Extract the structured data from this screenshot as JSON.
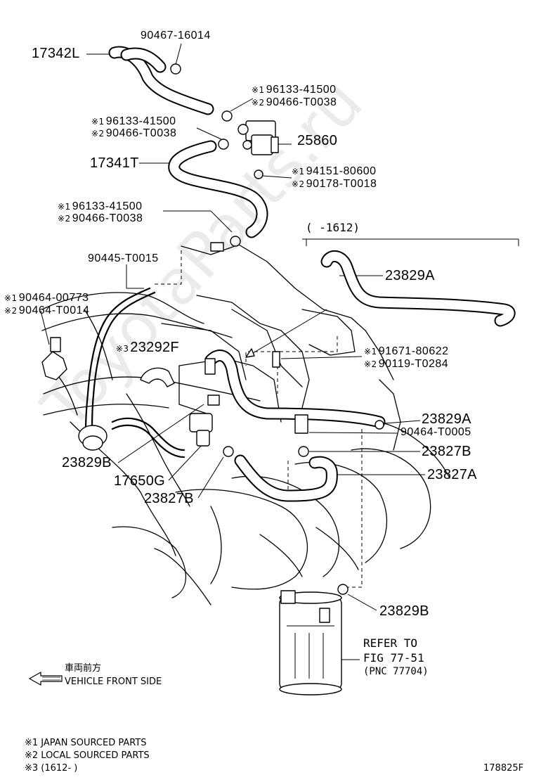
{
  "watermark": "ToyotaParts.ru",
  "labels": {
    "p17342L": "17342L",
    "p90467": "90467-16014",
    "p25860": "25860",
    "p17341T": "17341T",
    "j96133_a": "96133-41500",
    "l90466_a": "90466-T0038",
    "j96133_b": "96133-41500",
    "l90466_b": "90466-T0038",
    "j94151": "94151-80600",
    "l90178": "90178-T0018",
    "j96133_c": "96133-41500",
    "l90466_c": "90466-T0038",
    "p90445": "90445-T0015",
    "j90464": "90464-00773",
    "l90464": "90464-T0014",
    "p23292F": "23292F",
    "p23829A_top": "23829A",
    "j91671": "91671-80622",
    "l90119": "90119-T0284",
    "p23829A_mid": "23829A",
    "p90464_T0005": "90464-T0005",
    "p23827B_right": "23827B",
    "p23827A": "23827A",
    "p23829B_left": "23829B",
    "p17650G": "17650G",
    "p23827B_left": "23827B",
    "p23829B_bottom": "23829B",
    "refer1": "REFER TO",
    "refer2": "FIG 77-51",
    "refer3": "(PNC 77704)",
    "range": "(      -1612)",
    "mark1": "※1",
    "mark2": "※2",
    "mark3": "※3",
    "front_jp": "車両前方",
    "front_en": "VEHICLE FRONT SIDE",
    "legend1": "※1 JAPAN SOURCED PARTS",
    "legend2": "※2 LOCAL SOURCED PARTS",
    "legend3": "※3 (1612-      )",
    "figno": "178825F"
  }
}
